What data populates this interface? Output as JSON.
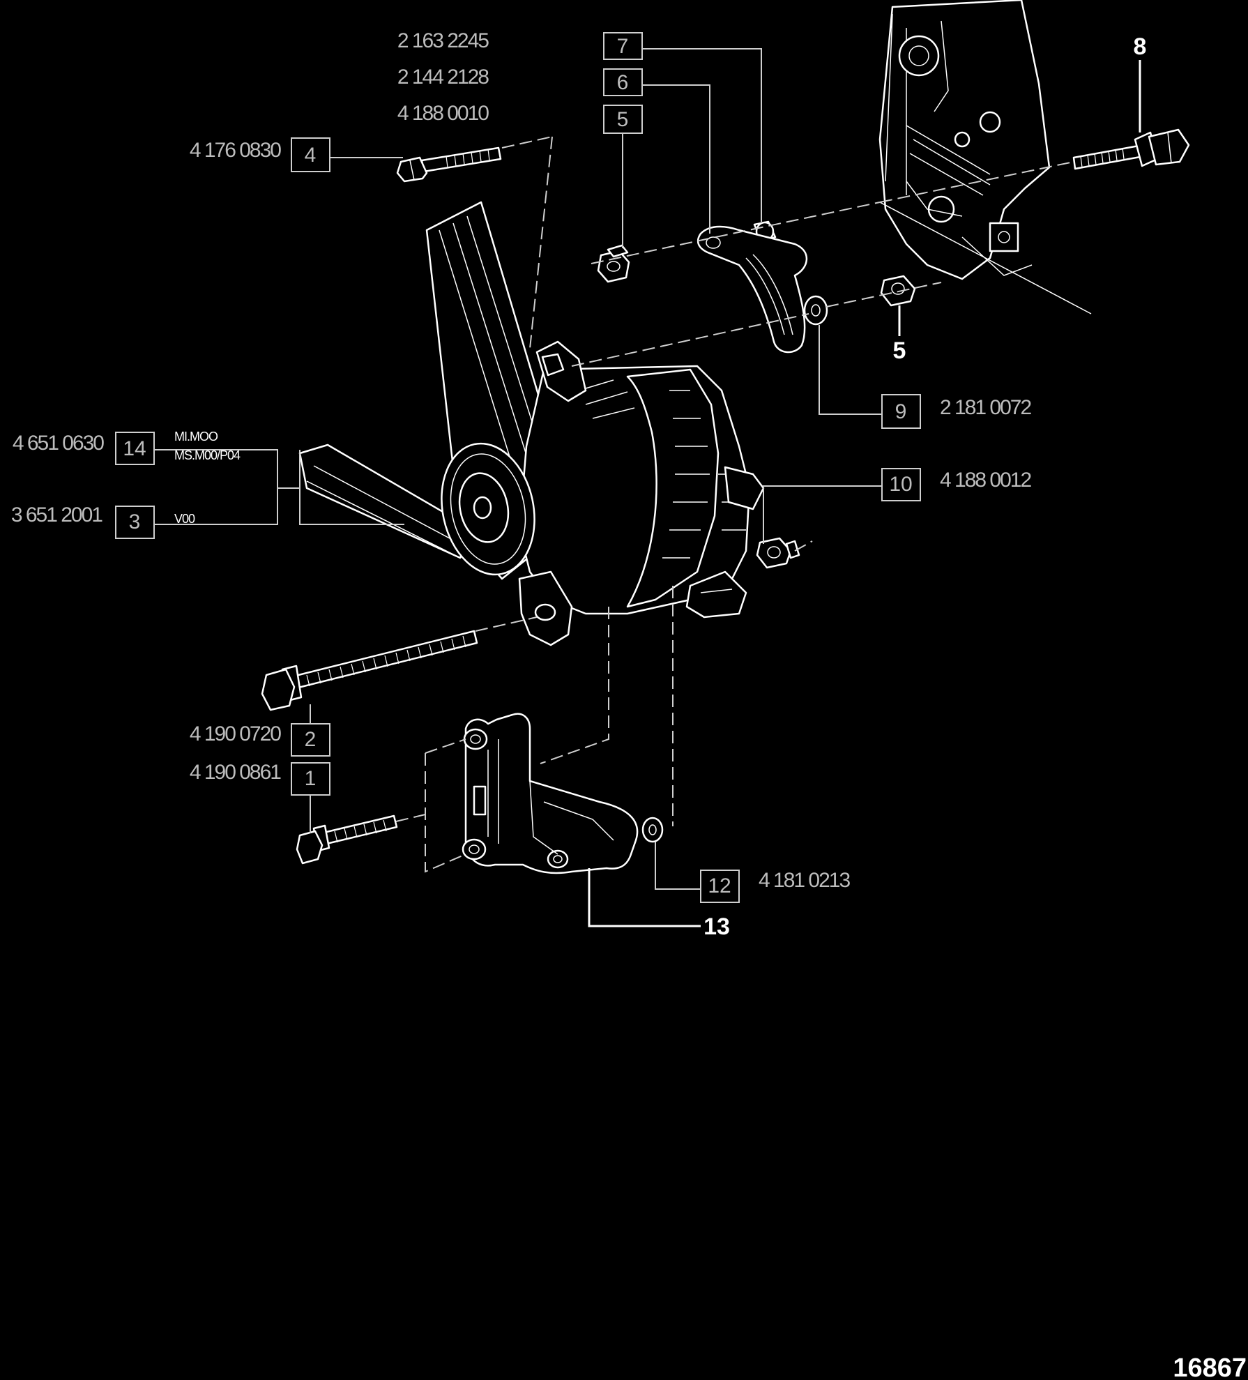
{
  "diagram_id": "16867",
  "callouts": [
    {
      "ref": "7",
      "part_number": "2 163 2245"
    },
    {
      "ref": "6",
      "part_number": "2 144 2128"
    },
    {
      "ref": "5",
      "part_number": "4 188 0010"
    },
    {
      "ref": "4",
      "part_number": "4 176 0830"
    },
    {
      "ref": "9",
      "part_number": "2 181 0072"
    },
    {
      "ref": "14",
      "part_number": "4 651 0630",
      "notes": [
        "MI.MOO",
        "MS.M00/P04"
      ]
    },
    {
      "ref": "10",
      "part_number": "4 188 0012"
    },
    {
      "ref": "3",
      "part_number": "3 651 2001",
      "notes": [
        "V00"
      ]
    },
    {
      "ref": "2",
      "part_number": "4 190 0720"
    },
    {
      "ref": "1",
      "part_number": "4 190 0861"
    },
    {
      "ref": "12",
      "part_number": "4 181 0213"
    }
  ],
  "bold_refs": [
    "8",
    "5",
    "13"
  ]
}
